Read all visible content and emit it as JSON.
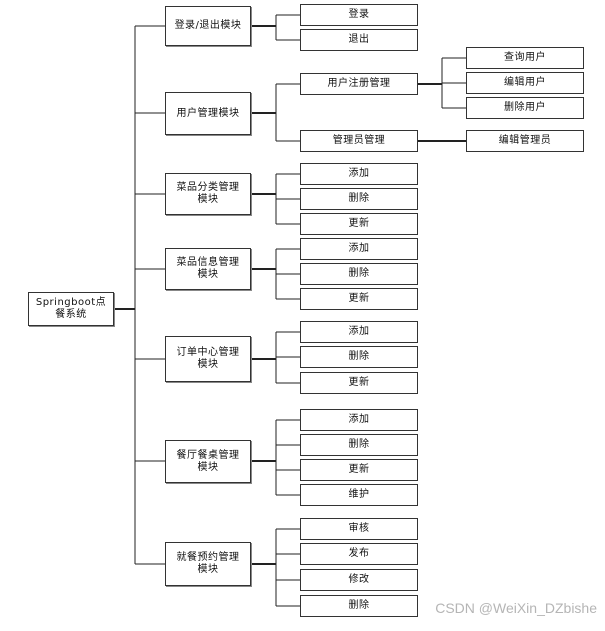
{
  "root": "Springboot点\n餐系统",
  "modules": [
    {
      "label": "登录/退出模块",
      "children": [
        "登录",
        "退出"
      ]
    },
    {
      "label": "用户管理模块",
      "children": [
        {
          "label": "用户注册管理",
          "children": [
            "查询用户",
            "编辑用户",
            "删除用户"
          ]
        },
        {
          "label": "管理员管理",
          "children": [
            "编辑管理员"
          ]
        }
      ]
    },
    {
      "label": "菜品分类管理\n模块",
      "children": [
        "添加",
        "删除",
        "更新"
      ]
    },
    {
      "label": "菜品信息管理\n模块",
      "children": [
        "添加",
        "删除",
        "更新"
      ]
    },
    {
      "label": "订单中心管理\n模块",
      "children": [
        "添加",
        "删除",
        "更新"
      ]
    },
    {
      "label": "餐厅餐桌管理\n模块",
      "children": [
        "添加",
        "删除",
        "更新",
        "维护"
      ]
    },
    {
      "label": "就餐预约管理\n模块",
      "children": [
        "审核",
        "发布",
        "修改",
        "删除"
      ]
    }
  ],
  "watermark": "CSDN @WeiXin_DZbishe"
}
